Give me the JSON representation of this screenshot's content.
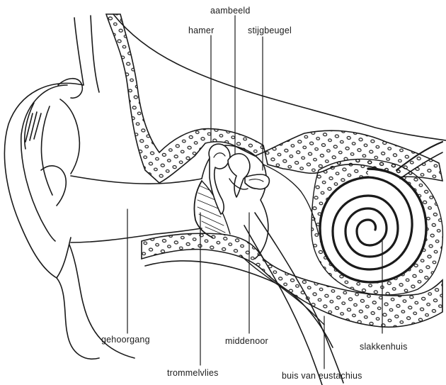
{
  "labels": {
    "aambeeld": "aambeeld",
    "hamer": "hamer",
    "stijgbeugel": "stijgbeugel",
    "gehoorgang": "gehoorgang",
    "middenoor": "middenoor",
    "slakkenhuis": "slakkenhuis",
    "trommelvlies": "trommelvlies",
    "buis_van_eustachius": "buis van eustachius"
  },
  "colors": {
    "ink": "#1a1a1a",
    "paper": "#ffffff",
    "bone_fill": "#ffffff"
  }
}
